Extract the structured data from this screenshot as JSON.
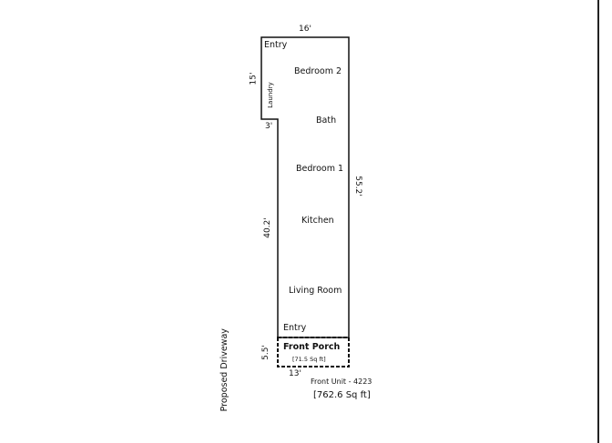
{
  "colors": {
    "wall": "#111111",
    "page_edge": "#222222"
  },
  "plan": {
    "dims": {
      "top_width": "16'",
      "upper_left_height": "15'",
      "step_offset": "3'",
      "left_long_height": "40.2'",
      "right_height": "55.2'",
      "porch_depth": "5.5'",
      "porch_width": "13'"
    },
    "rooms": {
      "entry_upper": "Entry",
      "laundry": "Laundry",
      "bedroom2": "Bedroom 2",
      "bath": "Bath",
      "bedroom1": "Bedroom 1",
      "kitchen": "Kitchen",
      "living_room": "Living Room",
      "entry_lower": "Entry"
    },
    "porch": {
      "title": "Front Porch",
      "area": "[71.5 Sq ft]"
    },
    "unit": {
      "name": "Front Unit - 4223",
      "area": "[762.6 Sq ft]"
    },
    "driveway_label": "Proposed Driveway"
  }
}
